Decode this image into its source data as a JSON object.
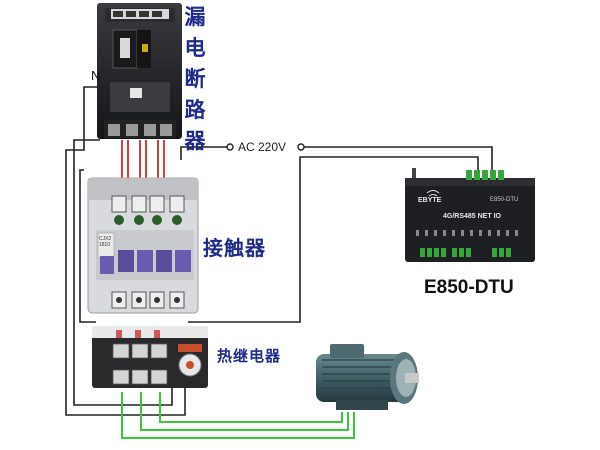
{
  "labels": {
    "breaker": "漏电断路器",
    "contactor": "接触器",
    "relay": "热继电器",
    "neutral": "N",
    "ac_supply": "AC 220V",
    "device_model": "E850-DTU",
    "device_brand": "EBYTE",
    "device_desc": "4G/RS485 NET IO",
    "device_model_small": "E850-DTU",
    "contactor_model": "CJX2 1810"
  },
  "colors": {
    "label_blue": "#1f2a8a",
    "wire_red": "#d42b2b",
    "wire_green": "#3cc63c",
    "wire_black": "#222222",
    "device_body": "#1e1f22",
    "motor_body": "#3d5d63"
  }
}
